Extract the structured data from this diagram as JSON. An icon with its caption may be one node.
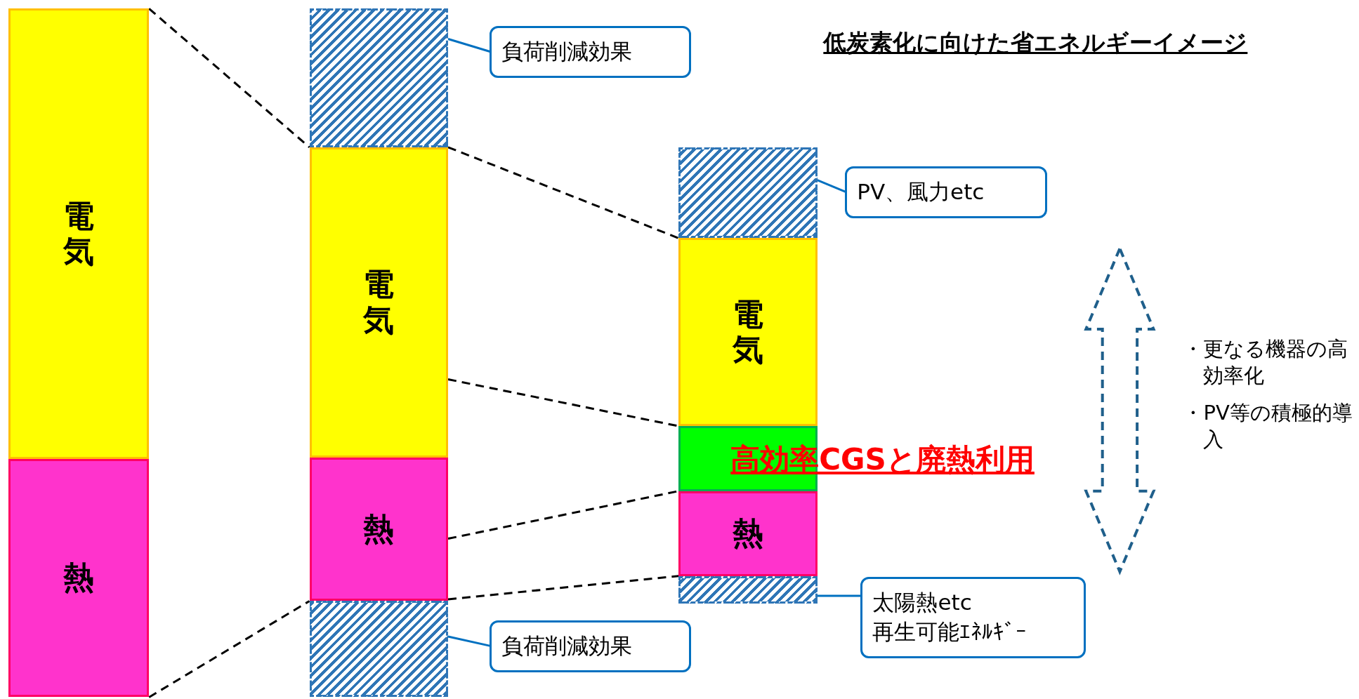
{
  "diagram": {
    "title": "低炭素化に向けた省エネルギーイメージ",
    "nodes": [
      {
        "text": [
          "電気"
        ]
      },
      {
        "text": [
          "熱"
        ]
      },
      {
        "text": [],
        "shape": "box"
      },
      {
        "text": [
          "負荷削減効果"
        ]
      },
      {
        "text": [
          "電気"
        ]
      },
      {
        "text": [
          "熱"
        ]
      },
      {
        "text": [],
        "shape": "box"
      },
      {
        "text": [
          "負荷削減効果"
        ]
      },
      {
        "text": [],
        "shape": "box"
      },
      {
        "text": [
          "PV、風力etc"
        ]
      },
      {
        "text": [
          "電気"
        ]
      },
      {
        "text": [],
        "shape": "box"
      },
      {
        "text": [
          "熱"
        ]
      },
      {
        "text": [],
        "shape": "box"
      },
      {
        "text": [
          "太陽熱etc",
          "再生可能ｴﾈﾙｷﾞｰ"
        ]
      }
    ],
    "edges": [
      {
        "from": 0,
        "to": 2,
        "arrow": "none",
        "style": "dashed"
      },
      {
        "from": 1,
        "to": 6,
        "arrow": "none",
        "style": "dashed"
      },
      {
        "from": 4,
        "to": 8,
        "arrow": "none",
        "style": "dashed"
      },
      {
        "from": 4,
        "to": 11,
        "arrow": "none",
        "style": "dashed"
      },
      {
        "from": 5,
        "to": 12,
        "arrow": "none",
        "style": "dashed"
      },
      {
        "from": 5,
        "to": 13,
        "arrow": "none",
        "style": "dashed"
      },
      {
        "from": 3,
        "to": 2,
        "arrow": "none",
        "color": "#0070c0"
      },
      {
        "from": 7,
        "to": 6,
        "arrow": "none",
        "color": "#0070c0"
      },
      {
        "from": 9,
        "to": 8,
        "arrow": "none",
        "color": "#0070c0"
      },
      {
        "from": 14,
        "to": 13,
        "arrow": "none",
        "color": "#0070c0"
      }
    ],
    "labels": [
      "高効率CGSと廃熱利用",
      "・更なる機器の高効率化",
      "・PV等の積極的導入"
    ]
  }
}
